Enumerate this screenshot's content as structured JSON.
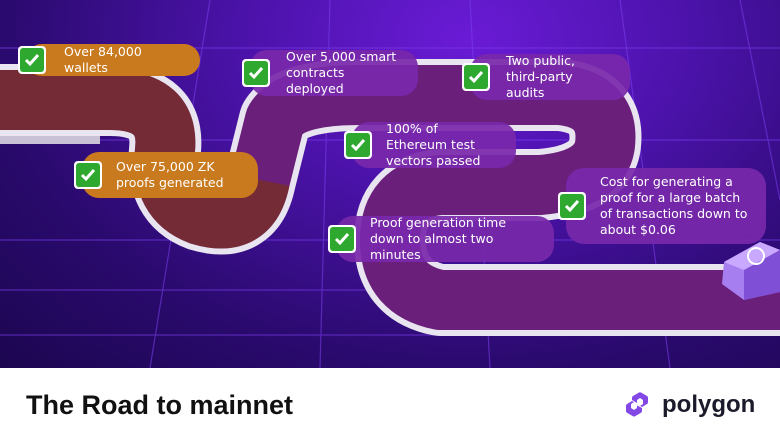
{
  "milestones": [
    {
      "text": "Over 84,000 wallets"
    },
    {
      "text": "Over 5,000 smart contracts deployed"
    },
    {
      "text": "Two public, third-party audits"
    },
    {
      "text": "100% of Ethereum test vectors passed"
    },
    {
      "text": "Over 75,000 ZK proofs generated"
    },
    {
      "text": "Cost for generating a proof for a large batch of transactions down to about $0.06"
    },
    {
      "text": "Proof generation time down to almost two minutes"
    }
  ],
  "footer": {
    "title": "The Road to mainnet",
    "brand": "polygon"
  },
  "colors": {
    "background_purple": "#4a12a8",
    "orange_pill": "#c97a1e",
    "purple_pill": "#7828aa",
    "check_green": "#2fa82f",
    "brand_purple": "#8247e5"
  },
  "icons": [
    "checkmark-icon",
    "polygon-logo-icon"
  ]
}
